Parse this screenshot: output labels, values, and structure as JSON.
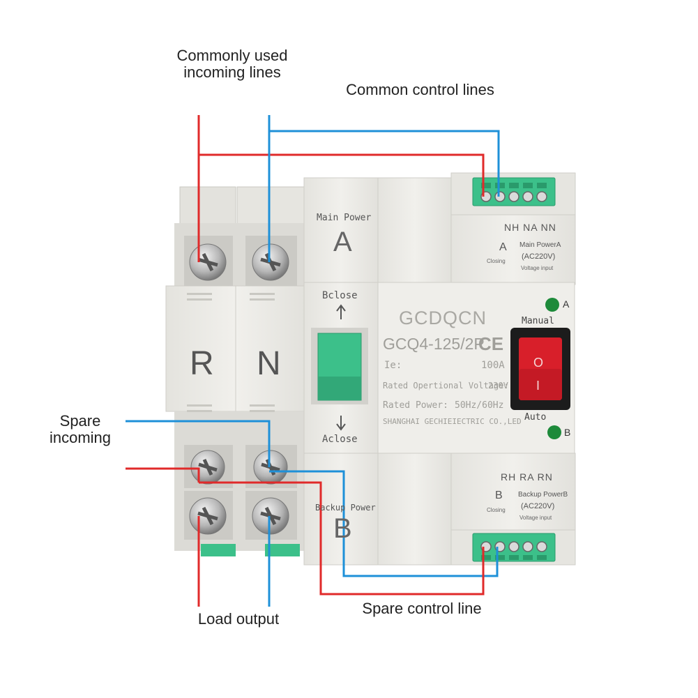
{
  "callouts": {
    "common_incoming_1": "Commonly used",
    "common_incoming_2": "incoming lines",
    "common_control": "Common control lines",
    "spare_incoming_1": "Spare",
    "spare_incoming_2": "incoming",
    "load_output": "Load output",
    "spare_control": "Spare control line"
  },
  "device": {
    "pole_r": "R",
    "pole_n": "N",
    "main_power_label": "Main Power",
    "main_letter": "A",
    "backup_power_label": "Backup Power",
    "backup_letter": "B",
    "bclose": "Bclose",
    "aclose": "Aclose",
    "brand": "GCDQCN",
    "model": "GCQ4-125/2P",
    "ce_mark": "CE",
    "ie_label": "Ie:",
    "ie_value": "100A",
    "rated_voltage": "Rated Opertional Voltage:",
    "rated_voltage_value": "230V",
    "rated_power": "Rated Power:",
    "rated_power_value": "50Hz/60Hz",
    "manufacturer": "SHANGHAI GECHIEIECTRIC CO.,LED",
    "manual": "Manual",
    "auto": "Auto",
    "indicator_a": "A",
    "indicator_b": "B",
    "switch_on": "O",
    "switch_off": "I",
    "top_terminal_codes": "NH NA NN",
    "top_terminal_letter": "A",
    "top_closing": "Closing",
    "top_power_name": "Main PowerA",
    "top_voltage": "(AC220V)",
    "top_voltage_input": "Voltage input",
    "bottom_terminal_codes": "RH RA RN",
    "bottom_terminal_letter": "B",
    "bottom_closing": "Closing",
    "bottom_power_name": "Backup PowerB",
    "bottom_voltage": "(AC220V)",
    "bottom_voltage_input": "Voltage input"
  },
  "colors": {
    "red_wire": "#e02a2a",
    "blue_wire": "#1e90d8",
    "device_body": "#ecebe6",
    "terminal_green": "#3cc08a",
    "switch_red": "#d81f2a",
    "led_green": "#1d8a3a"
  }
}
